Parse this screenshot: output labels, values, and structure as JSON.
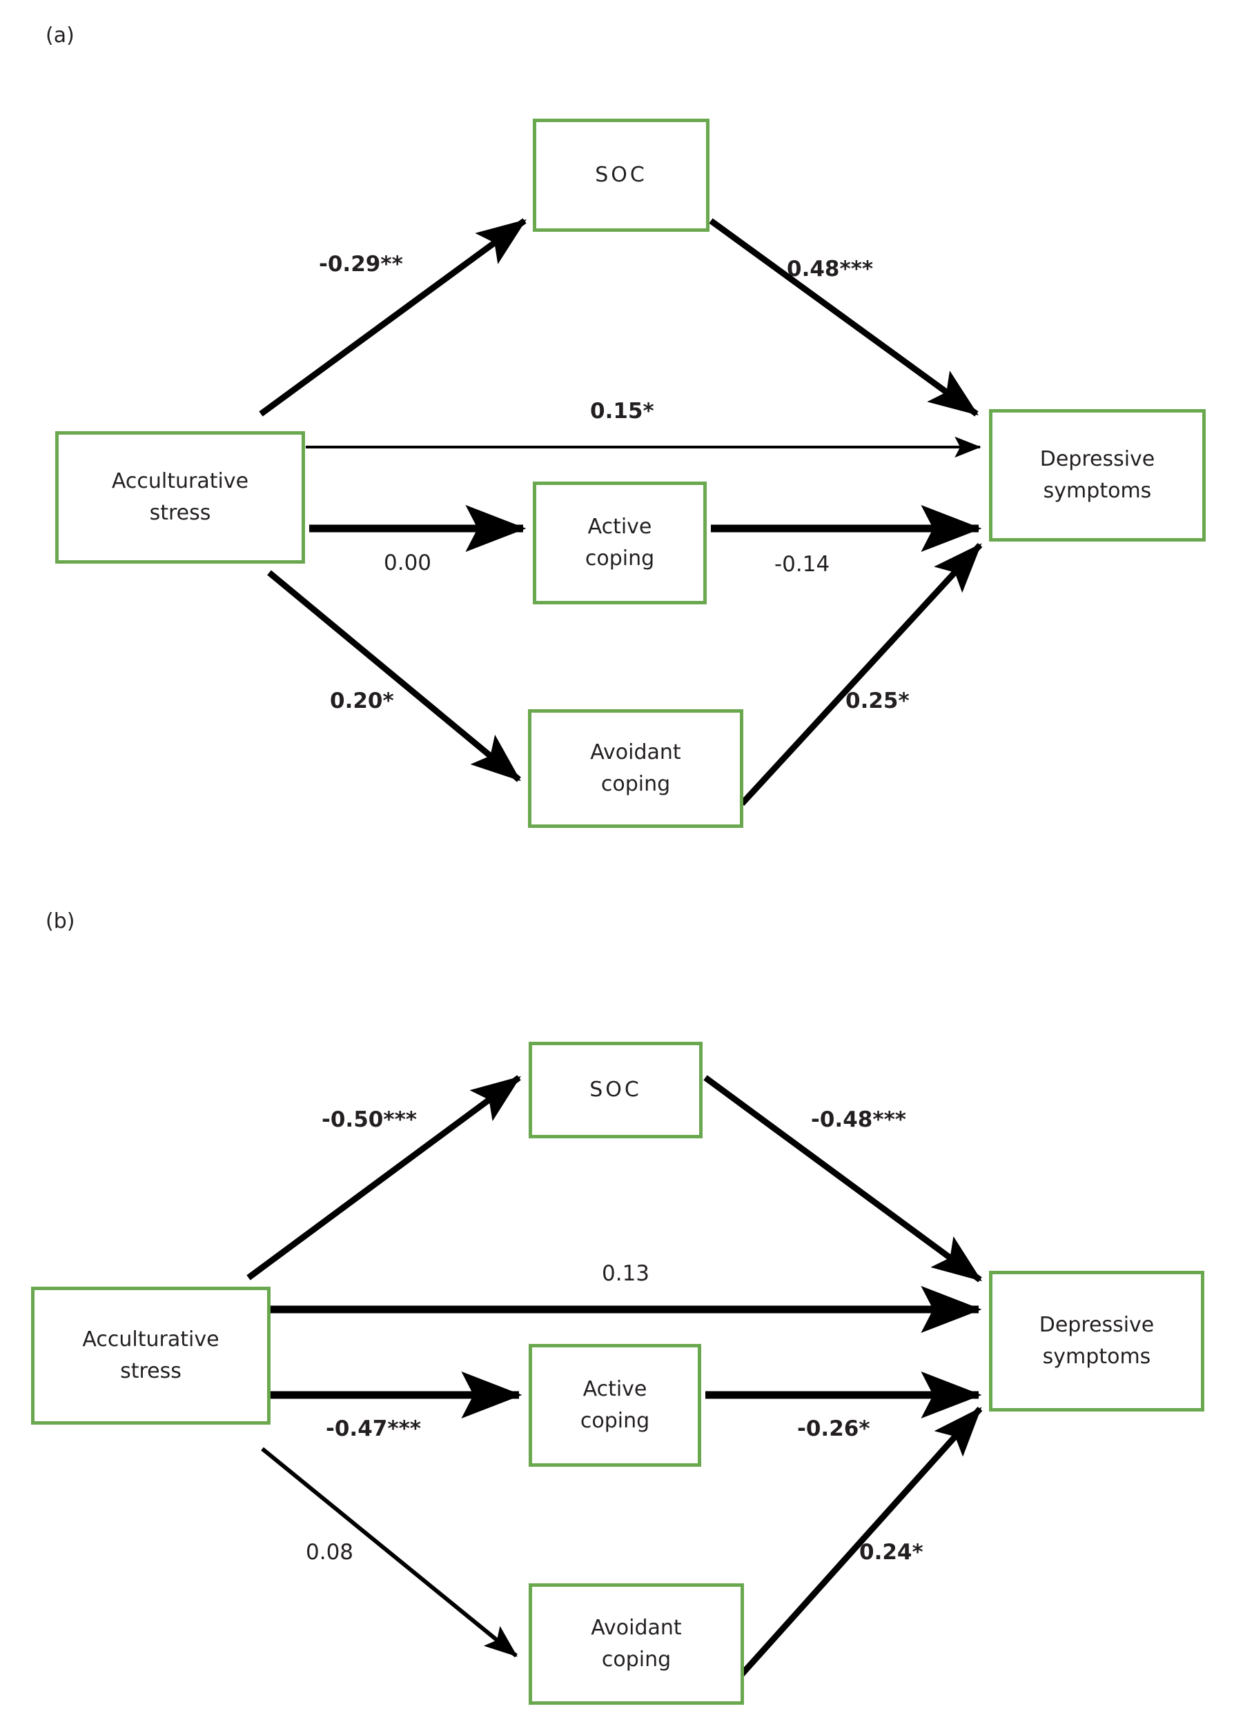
{
  "figure": {
    "panels": [
      {
        "id": "a",
        "label": "(a)",
        "nodes": {
          "source": "Acculturative\nstress",
          "source_line1": "Acculturative",
          "source_line2": "stress",
          "mediator_top": "SOC",
          "mediator_mid_line1": "Active",
          "mediator_mid_line2": "coping",
          "mediator_bottom_line1": "Avoidant",
          "mediator_bottom_line2": "coping",
          "outcome_line1": "Depressive",
          "outcome_line2": "symptoms"
        },
        "paths": {
          "stress_to_soc": "-0.29**",
          "soc_to_depressive": "0.48***",
          "stress_to_depressive_direct": "0.15*",
          "stress_to_active": "0.00",
          "active_to_depressive": "-0.14",
          "stress_to_avoidant": "0.20*",
          "avoidant_to_depressive": "0.25*"
        }
      },
      {
        "id": "b",
        "label": "(b)",
        "nodes": {
          "source_line1": "Acculturative",
          "source_line2": "stress",
          "mediator_top": "SOC",
          "mediator_mid_line1": "Active",
          "mediator_mid_line2": "coping",
          "mediator_bottom_line1": "Avoidant",
          "mediator_bottom_line2": "coping",
          "outcome_line1": "Depressive",
          "outcome_line2": "symptoms"
        },
        "paths": {
          "stress_to_soc": "-0.50***",
          "soc_to_depressive": "-0.48***",
          "stress_to_depressive_direct": "0.13",
          "stress_to_active": "-0.47***",
          "active_to_depressive": "-0.26*",
          "stress_to_avoidant": "0.08",
          "avoidant_to_depressive": "0.24*"
        }
      }
    ],
    "colors": {
      "node_border": "#6aa84f",
      "edge": "#000000",
      "text": "#231f20",
      "background": "#ffffff"
    }
  }
}
